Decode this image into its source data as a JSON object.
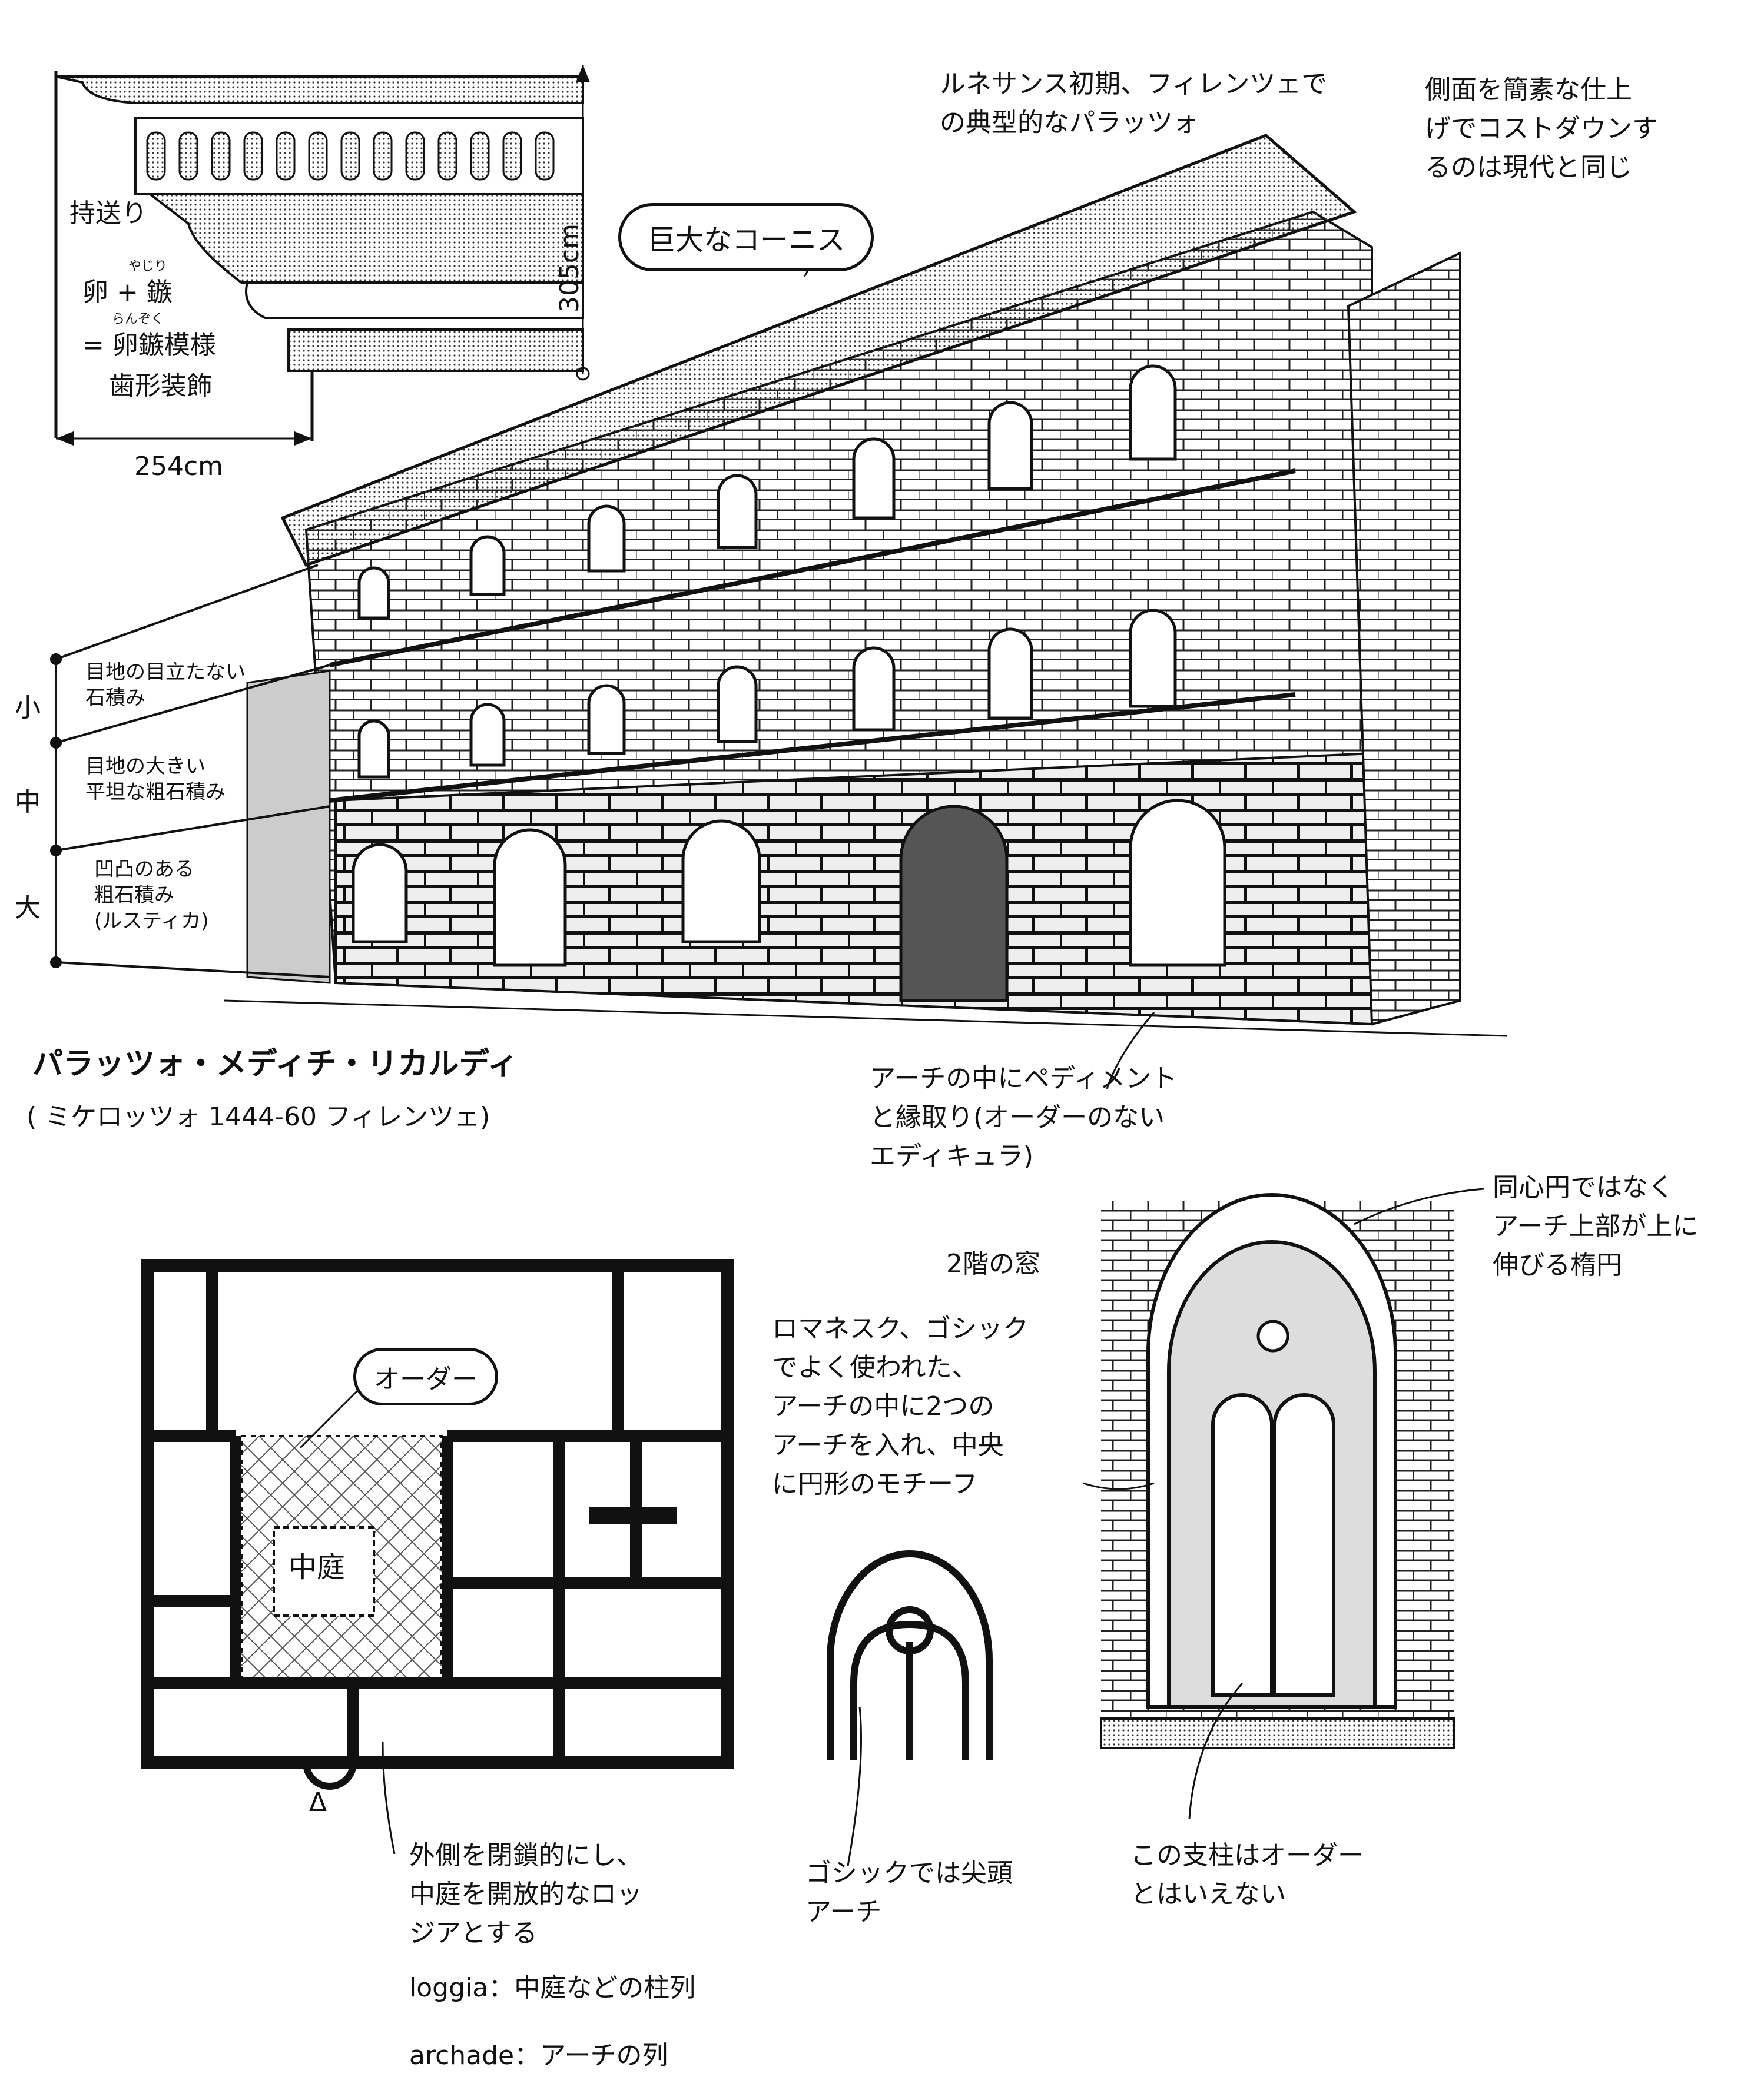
{
  "header_notes": {
    "renaissance": [
      "ルネサンス初期、フィレンツェで",
      "の典型的なパラッツォ"
    ],
    "side_face": [
      "側面を簡素な仕上",
      "げでコストダウンす",
      "るのは現代と同じ"
    ],
    "cornice_bubble": "巨大なコーニス"
  },
  "cornice_detail": {
    "height_label": "305cm",
    "width_label": "254cm",
    "bracket": "持送り",
    "egg_dart_line1": "卵 + 鏃",
    "egg_dart_ruby1": "やじり",
    "egg_dart_line2": "= 卵鏃模様",
    "egg_dart_ruby2": "らんぞく",
    "dentil": "歯形装飾"
  },
  "masonry": {
    "sizes": [
      "小",
      "中",
      "大"
    ],
    "levels": [
      [
        "目地の目立たない",
        "石積み"
      ],
      [
        "目地の大きい",
        "平坦な粗石積み"
      ],
      [
        "凹凸のある",
        "粗石積み",
        "(ルスティカ)"
      ]
    ]
  },
  "title": {
    "name": "パラッツォ・メディチ・リカルディ",
    "subtitle": "( ミケロッツォ 1444-60 フィレンツェ)"
  },
  "edicule_note": [
    "アーチの中にペディメント",
    "と縁取り(オーダーのない",
    "エディキュラ)"
  ],
  "window": {
    "label": "2階の窓",
    "ellipse_note": [
      "同心円ではなく",
      "アーチ上部が上に",
      "伸びる楕円"
    ],
    "motif_note": [
      "ロマネスク、ゴシック",
      "でよく使われた、",
      "アーチの中に2つの",
      "アーチを入れ、中央",
      "に円形のモチーフ"
    ],
    "mullion_note": [
      "この支柱はオーダー",
      "とはいえない"
    ]
  },
  "gothic_note": [
    "ゴシックでは尖頭",
    "アーチ"
  ],
  "plan": {
    "order_bubble": "オーダー",
    "courtyard": "中庭",
    "north_mark": "Δ",
    "notes": [
      "外側を閉鎖的にし、",
      "中庭を開放的なロッ",
      "ジアとする"
    ],
    "loggia": "loggia：中庭などの柱列",
    "arcade": "archade：アーチの列"
  },
  "colors": {
    "ink": "#111111",
    "paper": "#ffffff",
    "tone": "#bfbfbf"
  }
}
